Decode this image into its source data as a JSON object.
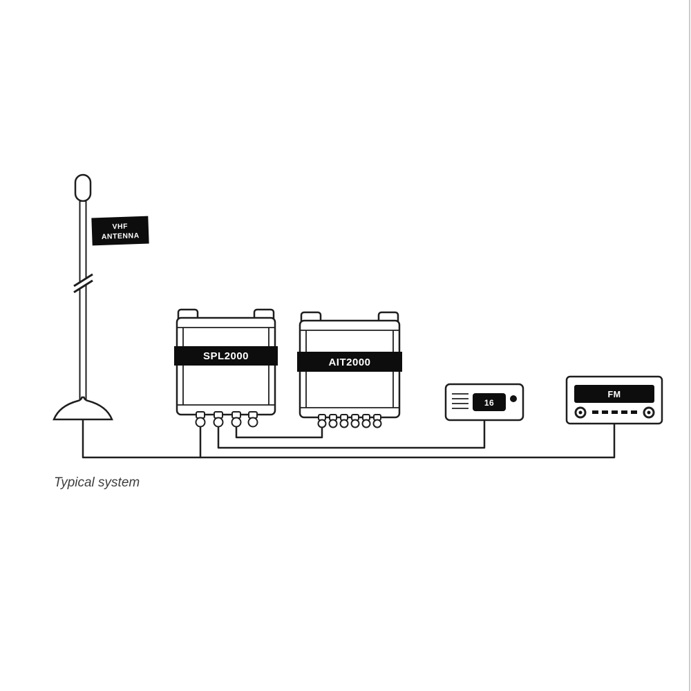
{
  "page": {
    "caption": "Typical system"
  },
  "diagram": {
    "antenna": {
      "label_line1": "VHF",
      "label_line2": "ANTENNA"
    },
    "splitter": {
      "label": "SPL2000"
    },
    "ais_transponder": {
      "label": "AIT2000"
    },
    "vhf_radio": {
      "display_value": "16"
    },
    "fm_radio": {
      "display_value": "FM"
    },
    "colors": {
      "line_stroke": "#1e1e1e",
      "label_background": "#0d0d0d",
      "label_text": "#ffffff",
      "caption_text": "#3d3d3d",
      "page_background": "#ffffff",
      "edge_line": "#cccccc"
    }
  }
}
